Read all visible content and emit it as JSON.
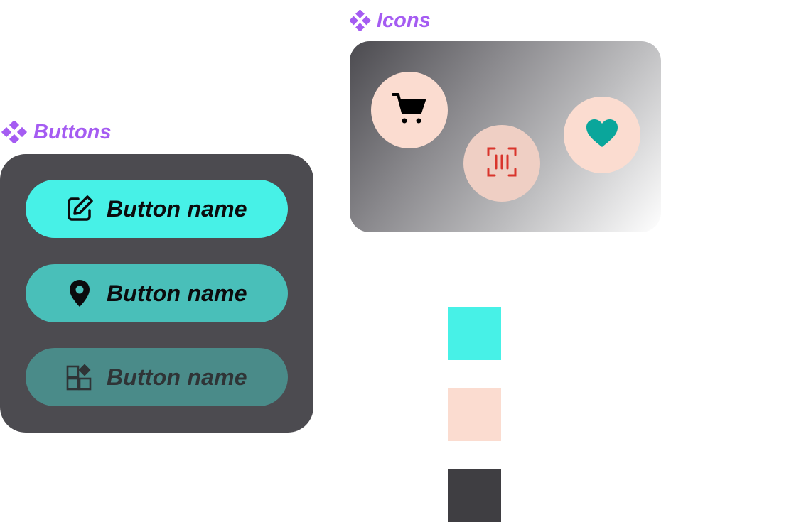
{
  "sections": {
    "icons_label": "Icons",
    "buttons_label": "Buttons"
  },
  "icons": [
    {
      "name": "cart-icon",
      "color": "#000000",
      "background": "#fbdcd0"
    },
    {
      "name": "barcode-scan-icon",
      "color": "#d9352c",
      "background": "#efcfc4"
    },
    {
      "name": "heart-icon",
      "color": "#0aa69b",
      "background": "#fbdcd0"
    }
  ],
  "buttons": [
    {
      "label": "Button name",
      "icon": "edit-icon",
      "background": "#47f1e7"
    },
    {
      "label": "Button name",
      "icon": "location-pin-icon",
      "background": "#49bfb9"
    },
    {
      "label": "Button name",
      "icon": "widgets-icon",
      "background": "#4a8b89"
    }
  ],
  "swatches": [
    "#47f1e7",
    "#fbdcd0",
    "#3f3e42"
  ],
  "colors": {
    "accent": "#a55cf2",
    "panel_dark": "#4c4b50"
  }
}
